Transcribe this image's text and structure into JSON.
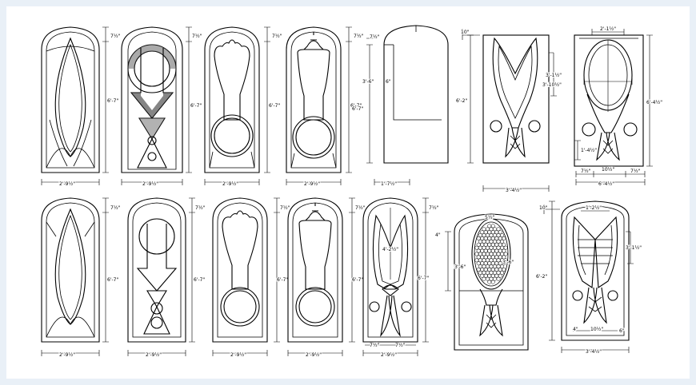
{
  "sheet": {
    "background": "#e9f0f7",
    "paper": "#ffffff",
    "ink": "#000000"
  },
  "doors_top": [
    {
      "id": "d1",
      "motif": "pointed-oval",
      "height_label": "6'-7\"",
      "top_label": "7½\"",
      "width_label": "2'-9½\""
    },
    {
      "id": "d2",
      "motif": "keyhole-arrow",
      "height_label": "6'-7\"",
      "top_label": "7½\"",
      "width_label": "2'-9½\""
    },
    {
      "id": "d3",
      "motif": "cusp-ring",
      "height_label": "6'-7\"",
      "top_label": "7½\"",
      "width_label": "2'-9½\""
    },
    {
      "id": "d4",
      "motif": "finial-ring",
      "height_label": "6'-7\"",
      "top_label": "7½\"",
      "width_label": "2'-9½\""
    },
    {
      "id": "d5",
      "motif": "panel-plain",
      "height_label": "6'-7\"",
      "top_label": "7½\"",
      "mid_label": "3'-6\"",
      "inner_label": "6\"",
      "width_label": "1'-7½\""
    },
    {
      "id": "d6",
      "motif": "fish-leaf",
      "height_label": "6'-2\"",
      "top_label": "10\"",
      "mid_label": "3'-1½\"",
      "inner_label": "3'-10½\"",
      "width_label": "3'-4½\""
    },
    {
      "id": "d7",
      "motif": "fish-oval-detail",
      "height_label": "6'-4½\"",
      "top_label": "2'-1½\"",
      "inner_label": "1'-4½\"",
      "sub_labels": [
        "7½\"",
        "10½\"",
        "7½\""
      ],
      "width_label": "6'-4½\""
    }
  ],
  "doors_bottom": [
    {
      "id": "d8",
      "motif": "pointed-oval",
      "height_label": "6'-7\"",
      "top_label": "7½\"",
      "width_label": "2'-9½\""
    },
    {
      "id": "d9",
      "motif": "keyhole-arrow-open",
      "height_label": "6'-7\"",
      "top_label": "7½\"",
      "width_label": "2'-9½\""
    },
    {
      "id": "d10",
      "motif": "cusp-ring",
      "height_label": "6'-7\"",
      "top_label": "7½\"",
      "width_label": "2'-9½\""
    },
    {
      "id": "d11",
      "motif": "finial-ring",
      "height_label": "6'-7\"",
      "top_label": "7½\"",
      "width_label": "2'-9½\""
    },
    {
      "id": "d12",
      "motif": "tall-fish",
      "height_label": "6'-7\"",
      "top_label": "7½\"",
      "inner_label": "4'-2½\"",
      "sub_labels": [
        "7½\"",
        "7½\""
      ],
      "width_label": "2'-9½\""
    },
    {
      "id": "d13",
      "motif": "lattice-oval",
      "height_label": "4\"",
      "top_label": "5½\"",
      "mid_label": "3'-6\"",
      "inner_label": "3'-6\""
    },
    {
      "id": "d14",
      "motif": "double-fish",
      "height_label": "6'-2\"",
      "top_label": "10\"",
      "mid_label": "3'-1½\"",
      "inner_label": "1'-2½\"",
      "sub_labels": [
        "4\"",
        "10½\"",
        "6\""
      ],
      "width_label": "3'-4½\""
    }
  ]
}
